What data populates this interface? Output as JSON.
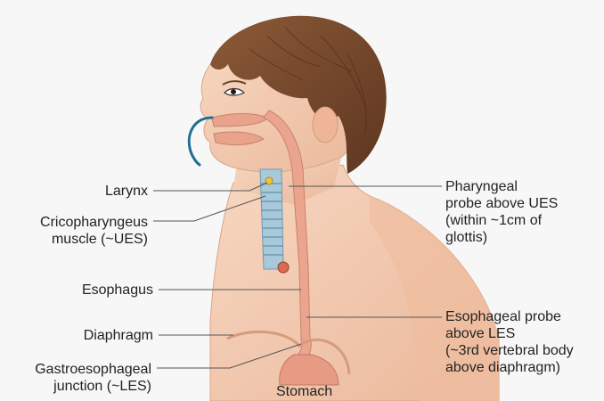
{
  "labels": {
    "larynx": "Larynx",
    "cricopharyngeus": [
      "Cricopharyngeus",
      "muscle (~UES)"
    ],
    "esophagus": "Esophagus",
    "diaphragm": "Diaphragm",
    "gej": [
      "Gastroesophageal",
      "junction (~LES)"
    ],
    "stomach": "Stomach",
    "pharyngeal_probe": [
      "Pharyngeal",
      "probe above UES",
      "(within ~1cm of",
      "glottis)"
    ],
    "esophageal_probe": [
      "Esophageal probe",
      "above LES",
      "(~3rd vertebral body",
      "above diaphragm)"
    ]
  },
  "colors": {
    "hair": "#7a4a2c",
    "skin": "#f3c8ad",
    "esophagus": "#e8a08a",
    "trachea": "#9cc3d6",
    "probe": "#1f6e93",
    "leader": "#555555"
  },
  "icons": [
    "child-head-icon",
    "probe-tube-icon"
  ]
}
